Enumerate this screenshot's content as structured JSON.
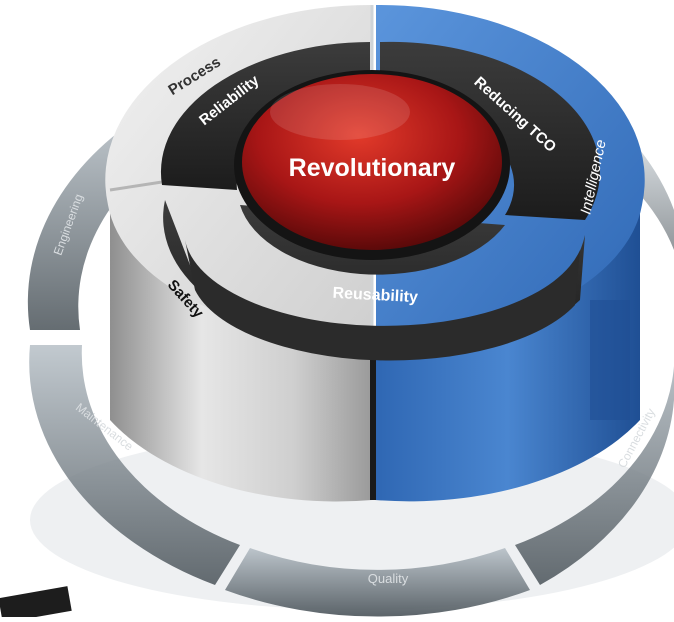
{
  "center": {
    "label": "Revolutionary"
  },
  "inner_ring": [
    {
      "label": "Reliability"
    },
    {
      "label": "Reducing TCO"
    },
    {
      "label": "Reusability"
    }
  ],
  "middle_ring": [
    {
      "label": "Process"
    },
    {
      "label": "Intelligence"
    },
    {
      "label": "Safety"
    }
  ],
  "outer_ring": [
    {
      "label": "Engineering"
    },
    {
      "label": "Maintenance"
    },
    {
      "label": "Quality"
    },
    {
      "label": "Connectivity"
    }
  ],
  "colors": {
    "center_red": "#8b0f0f",
    "dark_ring": "#2e2e2e",
    "blue_segment": "#3d79c4",
    "silver_segment": "#e4e4e4",
    "glass_ring": "#8a9299"
  }
}
